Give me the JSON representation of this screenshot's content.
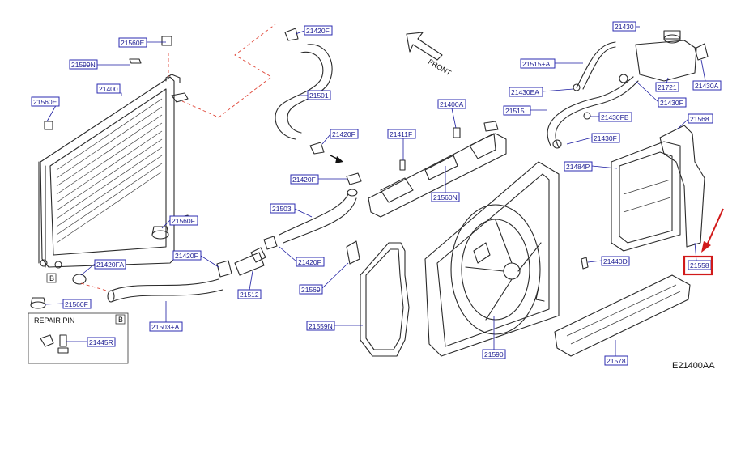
{
  "callouts": {
    "p21560E_top": "21560E",
    "p21599N": "21599N",
    "p21400": "21400",
    "p21560E_left": "21560E",
    "p21420F_a": "21420F",
    "p21501": "21501",
    "p21420F_b": "21420F",
    "p21420F_c": "21420F",
    "p21503": "21503",
    "p21420F_d": "21420F",
    "p21420F_e": "21420F",
    "p21512": "21512",
    "p21420FA": "21420FA",
    "p21560F_a": "21560F",
    "p21560F_b": "21560F",
    "p21503A": "21503+A",
    "p21445R": "21445R",
    "p21411F": "21411F",
    "p21400A": "21400A",
    "p21560N": "21560N",
    "p21569": "21569",
    "p21559N": "21559N",
    "p21590": "21590",
    "p21440D": "21440D",
    "p21430": "21430",
    "p21515A": "21515+A",
    "p21721": "21721",
    "p21430A": "21430A",
    "p21430EA": "21430EA",
    "p21430F_a": "21430F",
    "p21515": "21515",
    "p21430FB": "21430FB",
    "p21430F_b": "21430F",
    "p21568": "21568",
    "p21484P": "21484P",
    "p21558": "21558",
    "p21578": "21578"
  },
  "front_label": "FRONT",
  "repair_pin": {
    "title": "REPAIR  PIN",
    "ref": "B"
  },
  "ref_marker": "B",
  "diagram_code": "E21400AA",
  "highlight_color": "#d11a1a",
  "callout_color": "#2b2bb0"
}
